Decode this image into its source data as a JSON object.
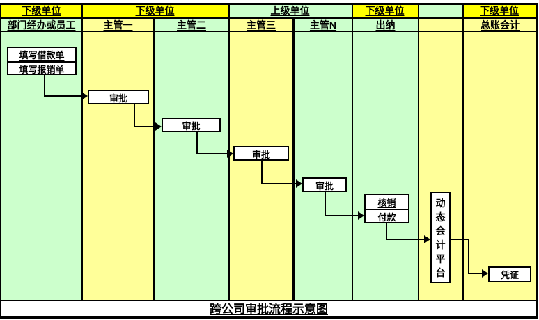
{
  "diagram": {
    "title": "跨公司审批流程示意图",
    "header_row1": [
      "下级单位",
      "下级单位",
      "上级单位",
      "下级单位",
      "",
      "下级单位"
    ],
    "header_row2": [
      "部门经办或员工",
      "主管一",
      "主管二",
      "主管三",
      "主管N",
      "出纳",
      "",
      "总账会计"
    ],
    "nodes": {
      "fill_loan": "填写借款单",
      "fill_reimburse": "填写报销单",
      "approve1": "审批",
      "approve2": "审批",
      "approve3": "审批",
      "approve4": "审批",
      "writeoff": "核销",
      "payment": "付款",
      "platform": "动态会计平台",
      "voucher": "凭证"
    },
    "colors": {
      "group_header_yellow": "#FFFF00",
      "lane_yellow": "#FFFF99",
      "lane_green": "#CCFFCC",
      "node_fill": "#FFFFFF",
      "line": "#000000"
    }
  }
}
